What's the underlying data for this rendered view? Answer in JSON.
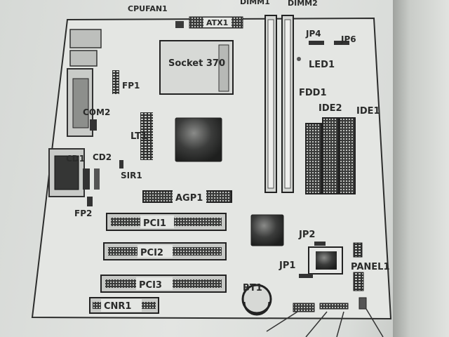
{
  "labels": {
    "cpufan1": "CPUFAN1",
    "dimm1": "DIMM1",
    "dimm2": "DIMM2",
    "atx1": "ATX1",
    "socket": "Socket 370",
    "jp4": "JP4",
    "jp6": "JP6",
    "led1": "LED1",
    "fp1": "FP1",
    "fdd1": "FDD1",
    "ide2": "IDE2",
    "ide1": "IDE1",
    "com2": "COM2",
    "lt1": "LT1",
    "cd1": "CD1",
    "cd2": "CD2",
    "sir1": "SIR1",
    "agp1": "AGP1",
    "fp2": "FP2",
    "pci1": "PCI1",
    "jp2": "JP2",
    "pci2": "PCI2",
    "jp1": "JP1",
    "panel1": "PANEL1",
    "pci3": "PCI3",
    "bt1": "BT1",
    "cnr1": "CNR1"
  }
}
